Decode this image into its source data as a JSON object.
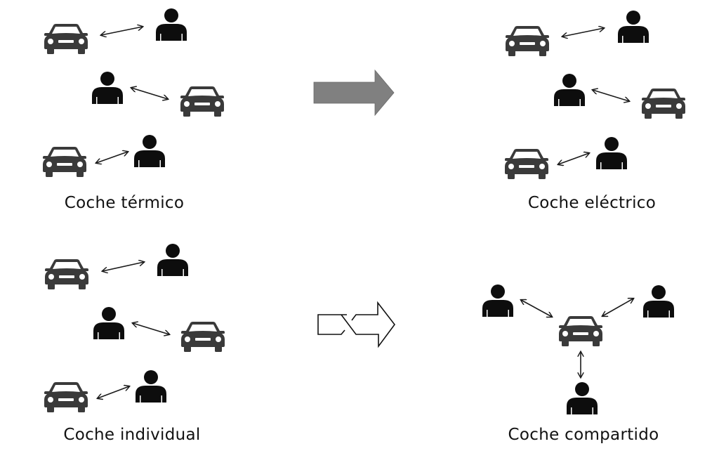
{
  "colors": {
    "car": "#3a3a3a",
    "person": "#0d0d0d",
    "arrow_line": "#1a1a1a",
    "transition_arrow_fill": "#808080",
    "text": "#111111"
  },
  "panels": {
    "thermal": {
      "label": "Coche térmico",
      "icons": [
        "car-icon",
        "person-icon",
        "person-icon",
        "car-icon",
        "car-icon",
        "person-icon"
      ]
    },
    "electric": {
      "label": "Coche eléctrico",
      "icons": [
        "car-icon",
        "person-icon",
        "person-icon",
        "car-icon",
        "car-icon",
        "person-icon"
      ]
    },
    "individual": {
      "label": "Coche individual",
      "icons": [
        "car-icon",
        "person-icon",
        "person-icon",
        "car-icon",
        "car-icon",
        "person-icon"
      ]
    },
    "shared": {
      "label": "Coche compartido",
      "icons": [
        "person-icon",
        "person-icon",
        "car-icon",
        "person-icon"
      ]
    }
  },
  "transitions": {
    "top": "solid-gray-arrow-icon",
    "bottom": "crossed-outline-arrow-icon"
  }
}
